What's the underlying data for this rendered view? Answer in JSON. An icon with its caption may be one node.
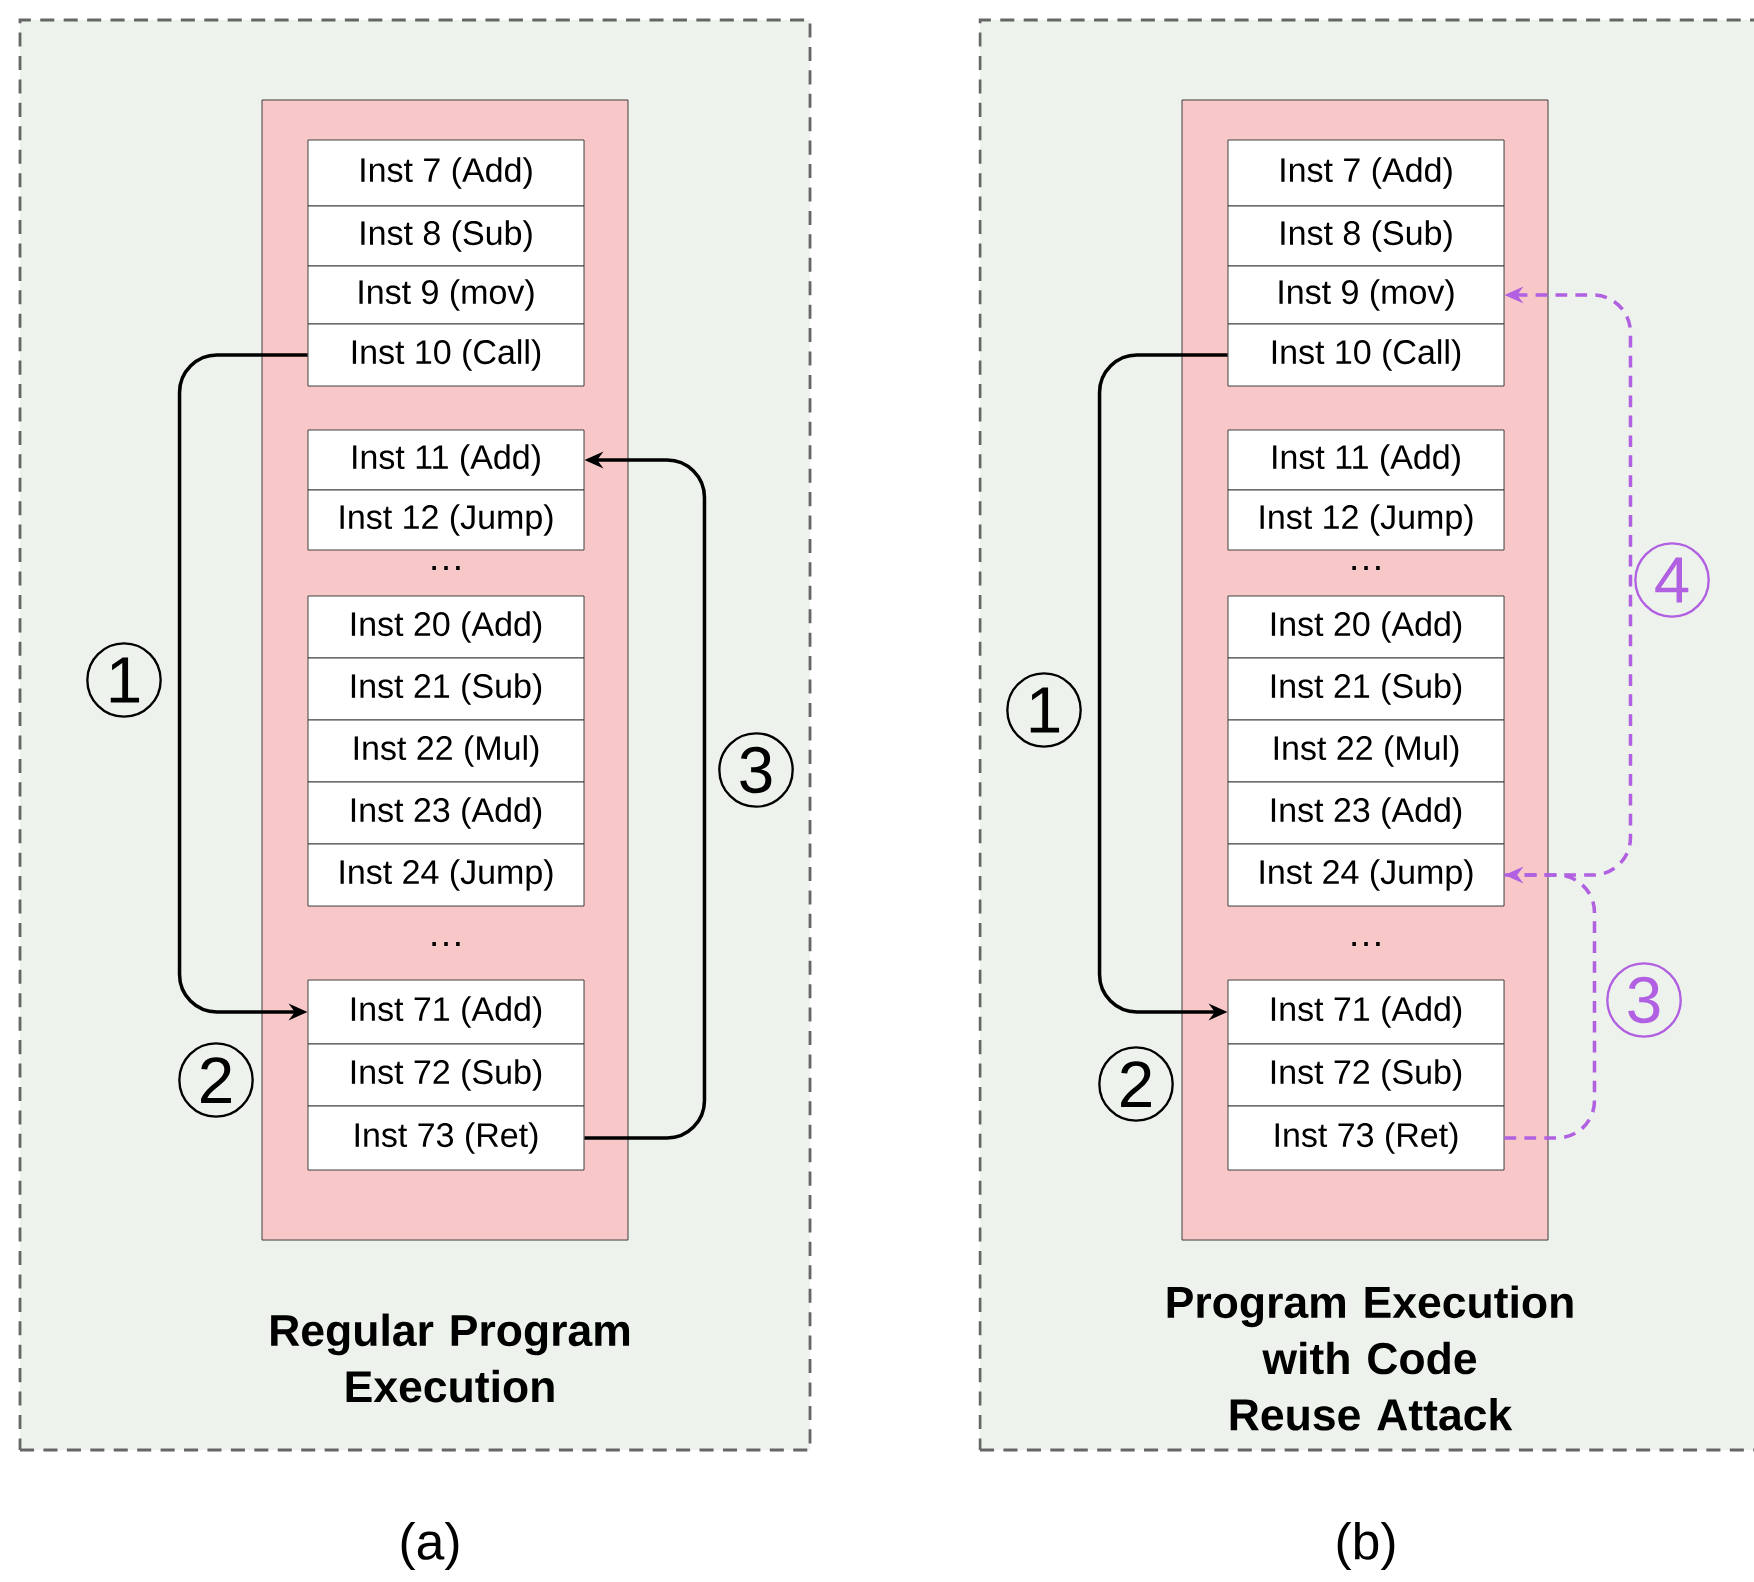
{
  "diagram": {
    "nodes": [
      {
        "text": [
          "Regular Program Execution"
        ]
      },
      {
        "text": [],
        "shape": "box",
        "in": 0
      },
      {
        "text": [
          "Inst 7 (Add)"
        ],
        "in": 1
      },
      {
        "text": [
          "Inst 8 (Sub)"
        ],
        "in": 1
      },
      {
        "text": [
          "Inst 9 (mov)"
        ],
        "in": 1
      },
      {
        "text": [
          "Inst 10 (Call)"
        ],
        "in": 1
      },
      {
        "text": [
          "Inst 11 (Add)"
        ],
        "in": 1
      },
      {
        "text": [
          "Inst 12 (Jump)"
        ],
        "in": 1
      },
      {
        "text": [
          "Inst 20 (Add)"
        ],
        "in": 1
      },
      {
        "text": [
          "Inst 21 (Sub)"
        ],
        "in": 1
      },
      {
        "text": [
          "Inst 22 (Mul)"
        ],
        "in": 1
      },
      {
        "text": [
          "Inst 23 (Add)"
        ],
        "in": 1
      },
      {
        "text": [
          "Inst 24 (Jump)"
        ],
        "in": 1
      },
      {
        "text": [
          "Inst 71 (Add)"
        ],
        "in": 1
      },
      {
        "text": [
          "Inst 72 (Sub)"
        ],
        "in": 1
      },
      {
        "text": [
          "Inst 73 (Ret)"
        ],
        "in": 1
      },
      {
        "text": [
          "Program Execution with Code Reuse Attack"
        ]
      },
      {
        "text": [],
        "shape": "box",
        "in": 16
      },
      {
        "text": [
          "Inst 7 (Add)"
        ],
        "in": 17
      },
      {
        "text": [
          "Inst 8 (Sub)"
        ],
        "in": 17
      },
      {
        "text": [
          "Inst 9 (mov)"
        ],
        "in": 17
      },
      {
        "text": [
          "Inst 10 (Call)"
        ],
        "in": 17
      },
      {
        "text": [
          "Inst 11 (Add)"
        ],
        "in": 17
      },
      {
        "text": [
          "Inst 12 (Jump)"
        ],
        "in": 17
      },
      {
        "text": [
          "Inst 20 (Add)"
        ],
        "in": 17
      },
      {
        "text": [
          "Inst 21 (Sub)"
        ],
        "in": 17
      },
      {
        "text": [
          "Inst 22 (Mul)"
        ],
        "in": 17
      },
      {
        "text": [
          "Inst 23 (Add)"
        ],
        "in": 17
      },
      {
        "text": [
          "Inst 24 (Jump)"
        ],
        "in": 17
      },
      {
        "text": [
          "Inst 71 (Add)"
        ],
        "in": 17
      },
      {
        "text": [
          "Inst 72 (Sub)"
        ],
        "in": 17
      },
      {
        "text": [
          "Inst 73 (Ret)"
        ],
        "in": 17
      }
    ],
    "edges": [
      {
        "from": 5,
        "to": 13,
        "arrow": "to",
        "label": "1"
      },
      {
        "from": 15,
        "to": 6,
        "arrow": "to",
        "label": "3"
      },
      {
        "from": 21,
        "to": 29,
        "arrow": "to",
        "label": "1"
      },
      {
        "from": 31,
        "to": 28,
        "arrow": "to",
        "label": "3",
        "style": "dashed",
        "color": "#b060e0"
      },
      {
        "from": 28,
        "to": 20,
        "arrow": "to",
        "label": "4",
        "style": "dashed",
        "color": "#b060e0"
      }
    ],
    "labels": [
      "…",
      "…",
      "2",
      "(a)",
      "…",
      "…",
      "2",
      "(b)"
    ]
  }
}
